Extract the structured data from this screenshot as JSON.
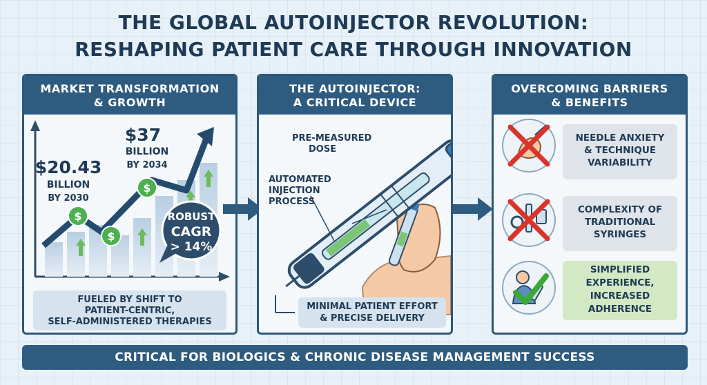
{
  "title": {
    "line1": "THE GLOBAL AUTOINJECTOR REVOLUTION:",
    "line2": "RESHAPING PATIENT CARE THROUGH INNOVATION"
  },
  "market": {
    "heading_line1": "MARKET TRANSFORMATION",
    "heading_line2": "& GROWTH",
    "value_2030": "$20.43",
    "unit_2030": "BILLION",
    "year_2030": "BY 2030",
    "value_2034": "$37",
    "unit_2034": "BILLION",
    "year_2034": "BY 2034",
    "cagr_line1": "ROBUST",
    "cagr_line2": "CAGR",
    "cagr_line3": "> 14%",
    "dollar_icon": "$",
    "note_line1": "FUELED BY SHIFT TO",
    "note_line2": "PATIENT-CENTRIC,",
    "note_line3": "SELF-ADMINISTERED THERAPIES"
  },
  "device": {
    "heading_line1": "THE AUTOINJECTOR:",
    "heading_line2": "A CRITICAL DEVICE",
    "label_dose_1": "PRE-MEASURED",
    "label_dose_2": "DOSE",
    "label_auto_1": "AUTOMATED",
    "label_auto_2": "INJECTION",
    "label_auto_3": "PROCESS",
    "note_line1": "MINIMAL PATIENT EFFORT",
    "note_line2": "& PRECISE DELIVERY"
  },
  "barriers": {
    "heading_line1": "OVERCOMING BARRIERS",
    "heading_line2": "& BENEFITS",
    "items": [
      {
        "line1": "NEEDLE ANXIETY",
        "line2": "& TECHNIQUE",
        "line3": "VARIABILITY",
        "icon": "needle-anxiety-icon",
        "status": "barrier"
      },
      {
        "line1": "COMPLEXITY OF",
        "line2": "TRADITIONAL",
        "line3": "SYRINGES",
        "icon": "syringe-tools-icon",
        "status": "barrier"
      },
      {
        "line1": "SIMPLIFIED",
        "line2": "EXPERIENCE,",
        "line3": "INCREASED",
        "line4": "ADHERENCE",
        "icon": "patient-autoinjector-icon",
        "status": "benefit"
      }
    ]
  },
  "footer": "CRITICAL FOR BIOLOGICS & CHRONIC DISEASE MANAGEMENT SUCCESS",
  "colors": {
    "navy": "#2e5b80",
    "text_dark": "#1f3a55",
    "growth_green": "#4caf50",
    "cross_red": "#d9342b",
    "check_green": "#3aa935",
    "background": "#e8f1f8"
  }
}
